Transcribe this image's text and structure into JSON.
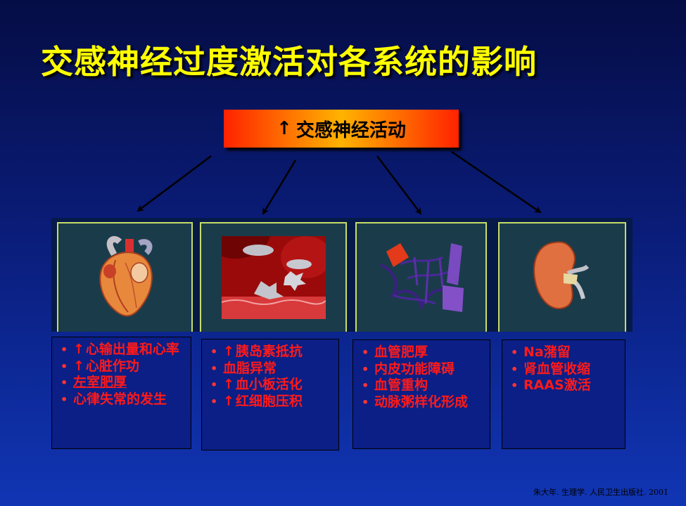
{
  "title": "交感神经过度激活对各系统的影响",
  "top_box": {
    "arrow": "↑",
    "label": "交感神经活动"
  },
  "panels": [
    {
      "icon": "heart-icon"
    },
    {
      "icon": "blood-platelet-icon"
    },
    {
      "icon": "blood-vessel-icon"
    },
    {
      "icon": "kidney-icon"
    }
  ],
  "lists": [
    {
      "items": [
        {
          "arrow": "↑",
          "text": "心输出量和心率"
        },
        {
          "arrow": "↑",
          "text": "心脏作功"
        },
        {
          "arrow": "",
          "text": "左室肥厚"
        },
        {
          "arrow": "",
          "text": "心律失常的发生"
        }
      ]
    },
    {
      "items": [
        {
          "arrow": "↑",
          "text": "胰岛素抵抗"
        },
        {
          "arrow": "",
          "text": "血脂异常"
        },
        {
          "arrow": "↑",
          "text": "血小板活化"
        },
        {
          "arrow": "↑",
          "text": "红细胞压积"
        }
      ]
    },
    {
      "items": [
        {
          "arrow": "",
          "text": "血管肥厚"
        },
        {
          "arrow": "",
          "text": "内皮功能障碍"
        },
        {
          "arrow": "",
          "text": "血管重构"
        },
        {
          "arrow": "",
          "text": "动脉粥样化形成"
        }
      ]
    },
    {
      "items": [
        {
          "arrow": "",
          "text": "Na潴留"
        },
        {
          "arrow": "",
          "text": "肾血管收缩"
        },
        {
          "arrow": "",
          "text": "RAAS激活"
        }
      ]
    }
  ],
  "bullet": "•",
  "citation": "朱大年. 生理学. 人民卫生出版社. 2001"
}
